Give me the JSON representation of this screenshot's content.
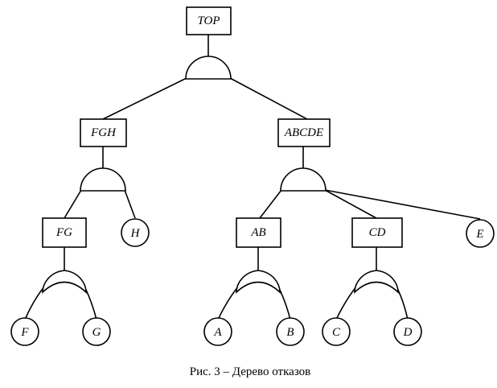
{
  "nodes": {
    "top": "TOP",
    "fgh": "FGH",
    "abcde": "ABCDE",
    "fg": "FG",
    "ab": "AB",
    "cd": "CD",
    "h": "H",
    "e": "E",
    "f": "F",
    "g": "G",
    "a": "A",
    "b": "B",
    "c": "C",
    "d": "D"
  },
  "gates": {
    "top_gate": "and",
    "fgh_gate": "and",
    "abcde_gate": "and",
    "fg_gate": "or",
    "ab_gate": "or",
    "cd_gate": "or"
  },
  "caption": "Рис. 3 – Дерево отказов"
}
